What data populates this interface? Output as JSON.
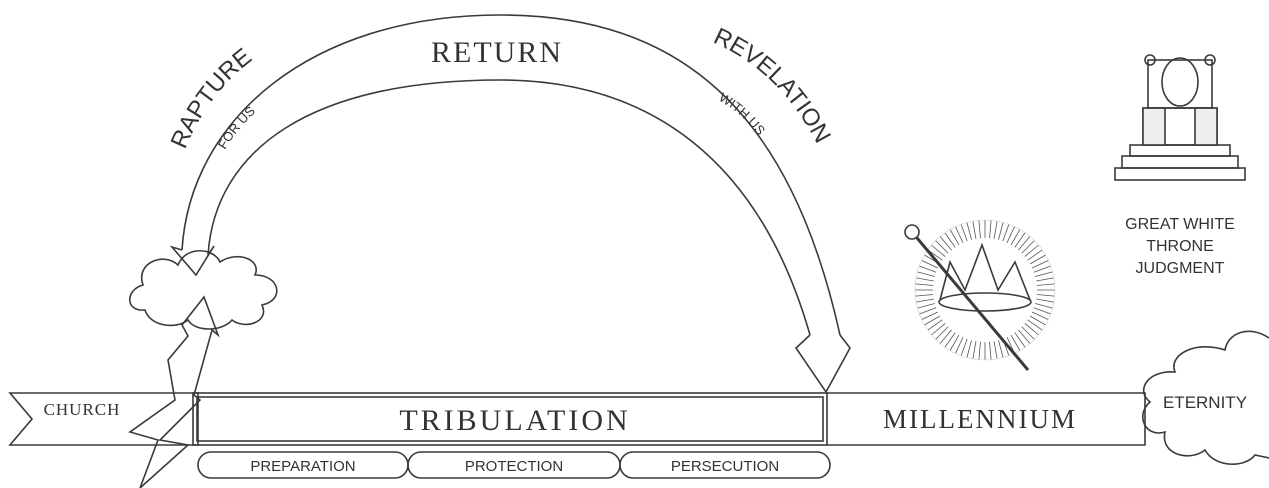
{
  "arc": {
    "top_label": "RETURN",
    "left_label": "RAPTURE",
    "left_sublabel": "FOR US",
    "right_label": "REVELATION",
    "right_sublabel": "WITH US"
  },
  "timeline": {
    "church": "CHURCH",
    "tribulation": "TRIBULATION",
    "millennium": "MILLENNIUM",
    "eternity": "ETERNITY"
  },
  "phases": [
    "PREPARATION",
    "PROTECTION",
    "PERSECUTION"
  ],
  "judgment": {
    "line1": "GREAT WHITE",
    "line2": "THRONE",
    "line3": "JUDGMENT"
  },
  "icons": [
    "cloud-icon",
    "crown-scepter-icon",
    "throne-icon"
  ]
}
